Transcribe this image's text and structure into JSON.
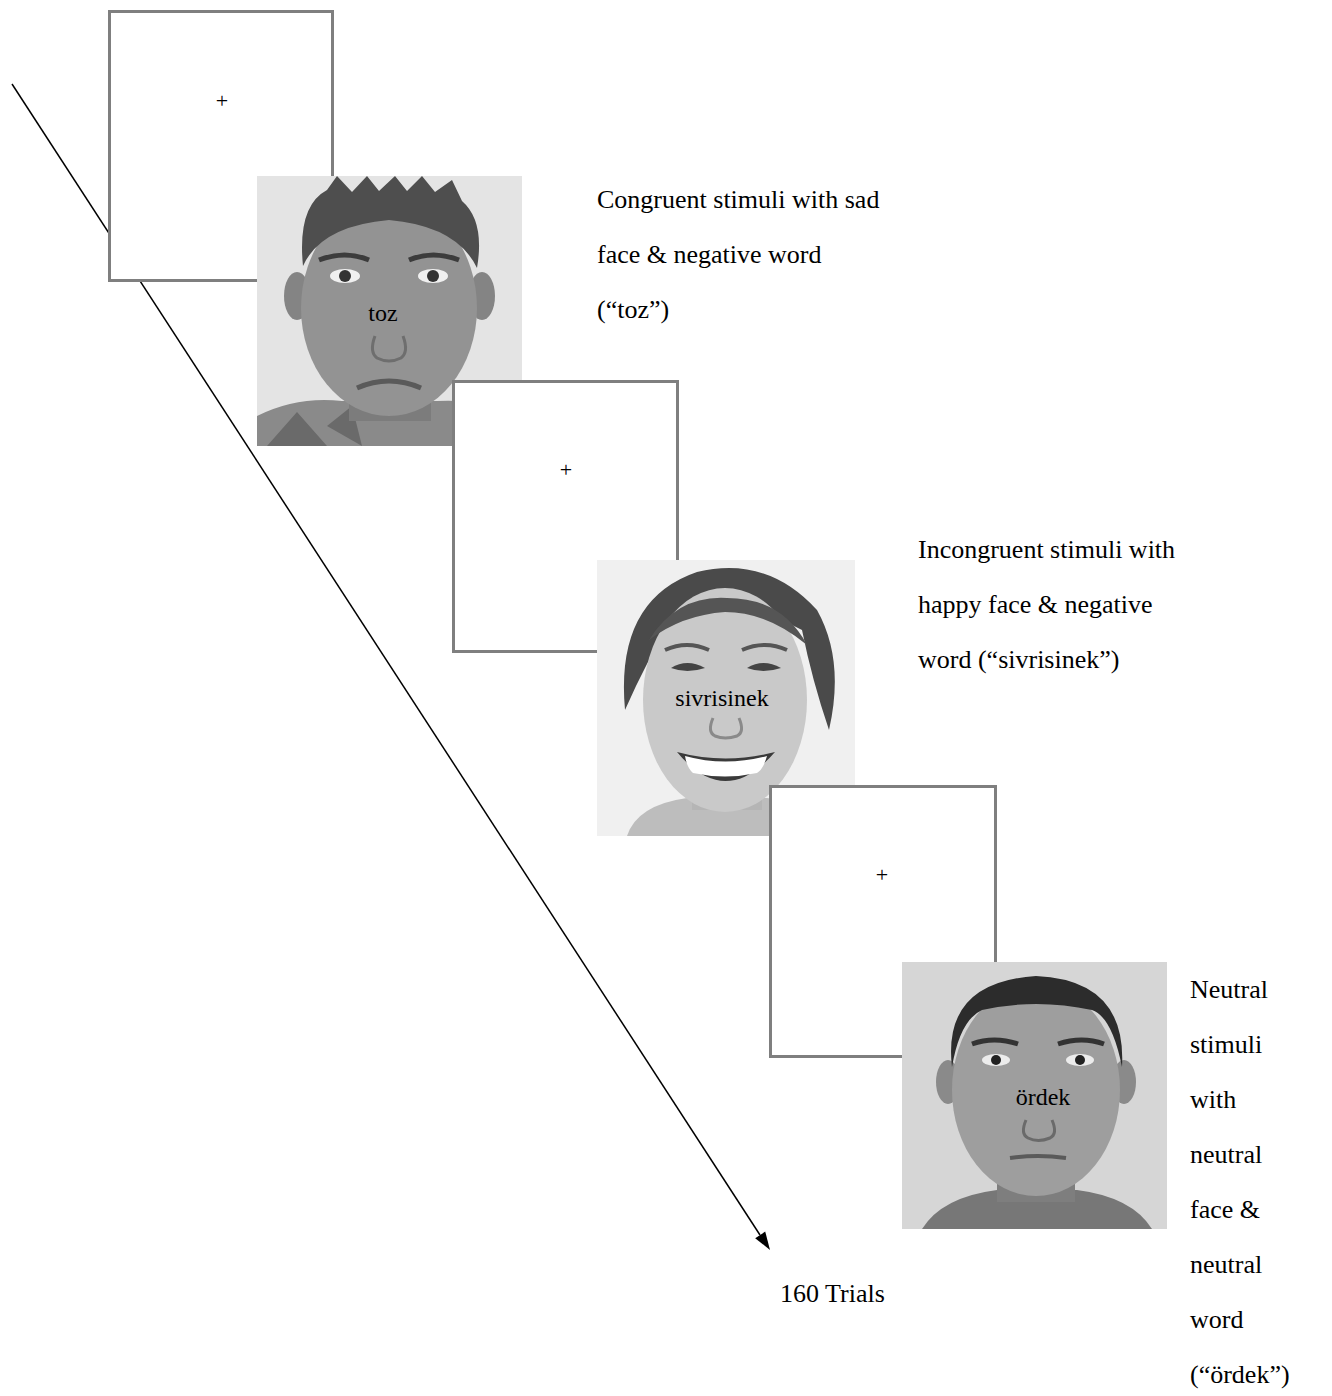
{
  "diagram": {
    "nodes": [
      {
        "text": [
          "+"
        ]
      },
      {
        "text": [
          "toz"
        ]
      },
      {
        "text": [
          "+"
        ]
      },
      {
        "text": [
          "sivrisinek"
        ]
      },
      {
        "text": [
          "+"
        ]
      },
      {
        "text": [
          "ördek"
        ]
      }
    ],
    "labels": [
      "Congruent stimuli with sad face & negative word (“toz”)",
      "Incongruent stimuli with happy face & negative word (“sivrisinek”)",
      "Neutral stimuli with neutral face & neutral word (“ördek”)",
      "160 Trials"
    ]
  }
}
